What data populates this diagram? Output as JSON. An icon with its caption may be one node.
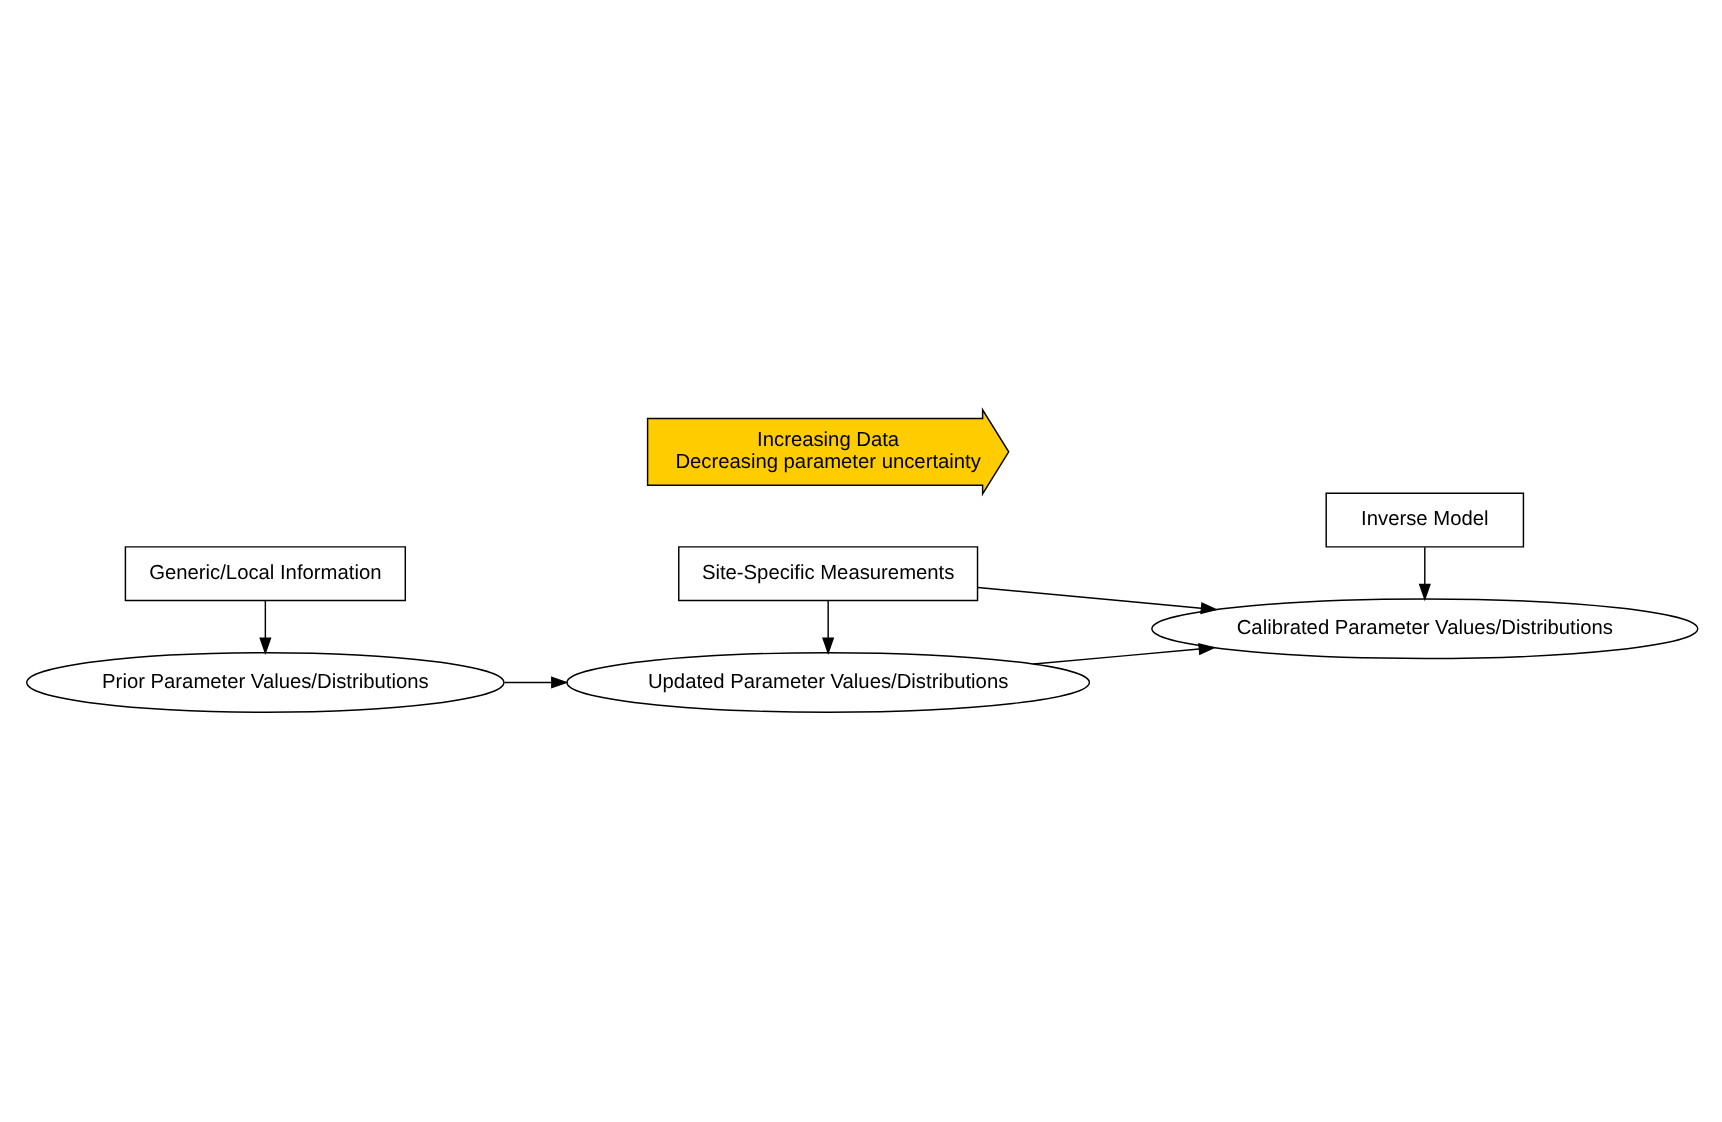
{
  "diagram": {
    "nodes": [
      {
        "text": [
          "Generic/Local Information"
        ]
      },
      {
        "text": [
          "Prior Parameter Values/Distributions"
        ]
      },
      {
        "text": [
          "Site-Specific Measurements"
        ]
      },
      {
        "text": [
          "Updated Parameter Values/Distributions"
        ]
      },
      {
        "text": [
          "Inverse Model"
        ]
      },
      {
        "text": [
          "Calibrated Parameter Values/Distributions"
        ]
      },
      {
        "text": [
          "Increasing Data",
          "Decreasing parameter uncertainty"
        ]
      }
    ],
    "edges": [
      {
        "from": 0,
        "to": 1,
        "arrow": "to"
      },
      {
        "from": 1,
        "to": 3,
        "arrow": "to"
      },
      {
        "from": 2,
        "to": 3,
        "arrow": "to"
      },
      {
        "from": 3,
        "to": 5,
        "arrow": "to"
      },
      {
        "from": 2,
        "to": 5,
        "arrow": "to"
      },
      {
        "from": 4,
        "to": 5,
        "arrow": "to"
      }
    ]
  }
}
